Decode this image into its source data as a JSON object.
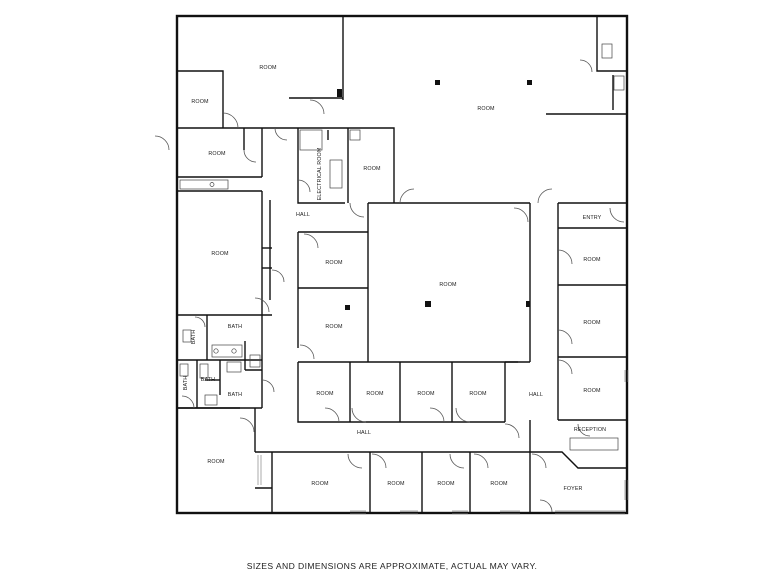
{
  "footer": "SIZES AND DIMENSIONS ARE APPROXIMATE, ACTUAL MAY VARY.",
  "labels": {
    "room_large_topleft": "ROOM",
    "room_small_topleft": "ROOM",
    "room_warehouse": "ROOM",
    "room_left_2": "ROOM",
    "electrical": "ELECTRICAL ROOM",
    "room_near_electrical": "ROOM",
    "hall_top": "HALL",
    "entry": "ENTRY",
    "room_left_big": "ROOM",
    "room_center_1": "ROOM",
    "room_center_big": "ROOM",
    "room_right_1": "ROOM",
    "room_center_2": "ROOM",
    "room_right_2": "ROOM",
    "bath_1": "BATH",
    "bath_2": "BATH",
    "bath_3": "BATH",
    "bath_4": "BATH",
    "bath_5": "BATH",
    "room_right_3": "ROOM",
    "hall_right": "HALL",
    "room_row_1": "ROOM",
    "room_row_2": "ROOM",
    "room_row_3": "ROOM",
    "room_row_4": "ROOM",
    "reception": "RECEPTION",
    "hall_bottom": "HALL",
    "room_bottom_left": "ROOM",
    "room_bottom_1": "ROOM",
    "room_bottom_2": "ROOM",
    "room_bottom_3": "ROOM",
    "room_bottom_4": "ROOM",
    "foyer": "FOYER"
  },
  "colors": {
    "wall": "#111111",
    "door": "#555555",
    "window": "#888888"
  }
}
